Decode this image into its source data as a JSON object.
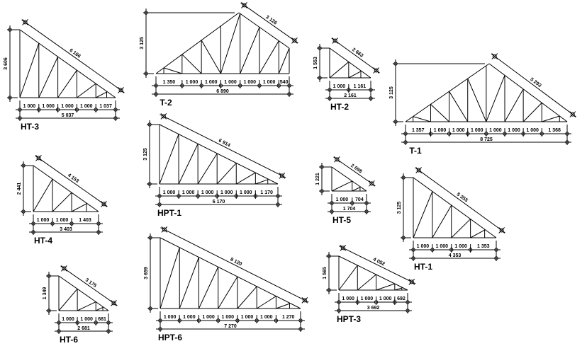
{
  "drawing": {
    "trusses": [
      {
        "name": "HT-3",
        "kind": "mono",
        "height": "3 606",
        "slope": "6 166",
        "spans": [
          "1 000",
          "1 000",
          "1 000",
          "1 000",
          "1 037"
        ],
        "total": "5 037"
      },
      {
        "name": "T-2",
        "kind": "gable",
        "height": "3 125",
        "slope": "3 126",
        "spans": [
          "1 350",
          "1 000",
          "1 000",
          "1 000",
          "1 000",
          "1 000",
          "540"
        ],
        "total": "6 890"
      },
      {
        "name": "HT-2",
        "kind": "mono",
        "height": "1 553",
        "slope": "2 663",
        "spans": [
          "1 000",
          "1 161"
        ],
        "total": "2 161"
      },
      {
        "name": "T-1",
        "kind": "gable",
        "height": "3 125",
        "slope": "5 293",
        "spans": [
          "1 357",
          "1 000",
          "1 000",
          "1 000",
          "1 000",
          "1 000",
          "1 000",
          "1 368"
        ],
        "total": "8 725"
      },
      {
        "name": "HPT-1",
        "kind": "mono",
        "height": "3 125",
        "slope": "6 914",
        "spans": [
          "1 000",
          "1 000",
          "1 000",
          "1 000",
          "1 000",
          "1 170"
        ],
        "total": "6 170"
      },
      {
        "name": "HT-4",
        "kind": "mono",
        "height": "2 441",
        "slope": "4 153",
        "spans": [
          "1 000",
          "1 000",
          "1 403"
        ],
        "total": "3 403"
      },
      {
        "name": "HT-5",
        "kind": "mono",
        "height": "1 221",
        "slope": "2 098",
        "spans": [
          "1 000",
          "704"
        ],
        "total": "1 704"
      },
      {
        "name": "HT-1",
        "kind": "mono",
        "height": "3 125",
        "slope": "5 355",
        "spans": [
          "1 000",
          "1 000",
          "1 000",
          "1 353"
        ],
        "total": "4 353"
      },
      {
        "name": "HT-6",
        "kind": "mono",
        "height": "1 349",
        "slope": "3 175",
        "spans": [
          "1 000",
          "1 000",
          "681"
        ],
        "total": "2 681"
      },
      {
        "name": "HPT-6",
        "kind": "mono",
        "height": "3 659",
        "slope": "8 120",
        "spans": [
          "1 000",
          "1 000",
          "1 000",
          "1 000",
          "1 000",
          "1 000",
          "1 270"
        ],
        "total": "7 270"
      },
      {
        "name": "HPT-3",
        "kind": "mono",
        "height": "1 565",
        "slope": "4 052",
        "spans": [
          "1 000",
          "1 000",
          "1 000",
          "692"
        ],
        "total": "3 692"
      }
    ]
  }
}
